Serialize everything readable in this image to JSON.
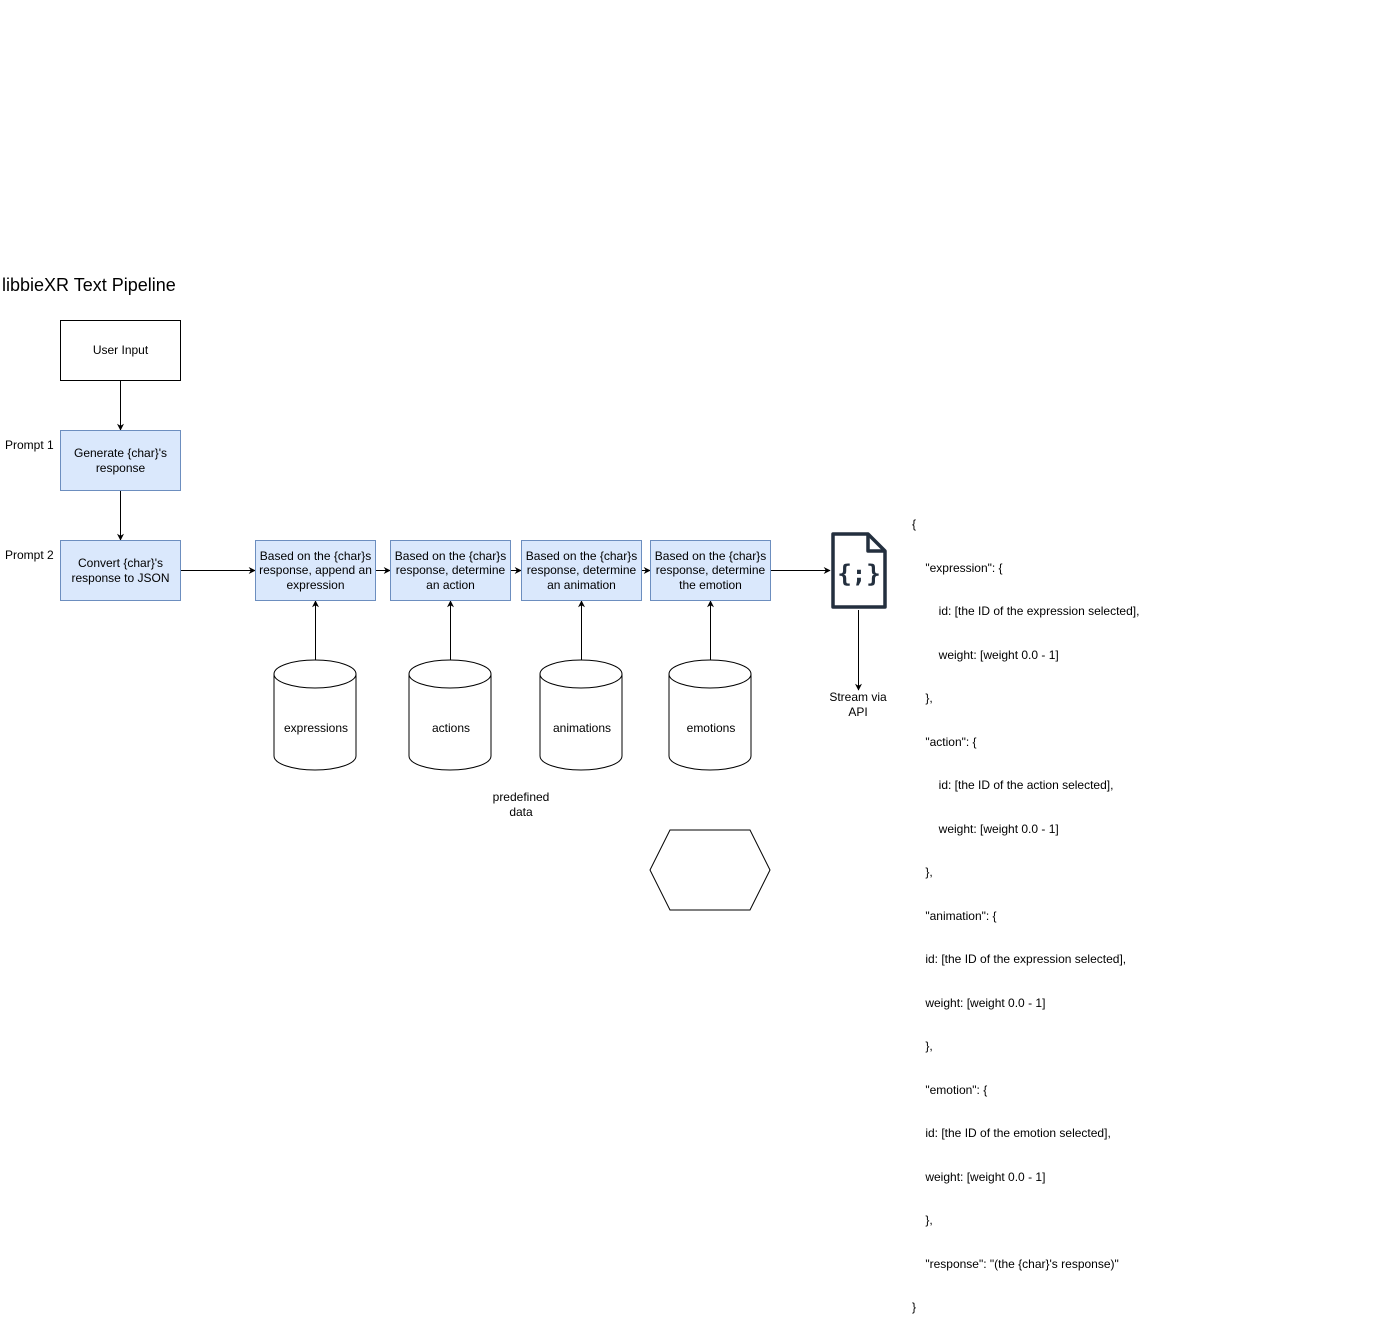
{
  "title": "libbieXR Text Pipeline",
  "nodes": {
    "user_input": "User Input",
    "generate_response": "Generate {char}'s\nresponse",
    "convert_json": "Convert {char}'s\nresponse to JSON",
    "append_expression": "Based on the {char}s\nresponse, append an\nexpression",
    "determine_action": "Based on the {char}s\nresponse, determine\nan action",
    "determine_animation": "Based on the {char}s\nresponse, determine\nan animation",
    "determine_emotion": "Based on the {char}s\nresponse, determine\nthe emotion"
  },
  "labels": {
    "prompt1": "Prompt 1",
    "prompt2": "Prompt 2",
    "stream": "Stream via\nAPI",
    "predefined": "predefined\ndata"
  },
  "databases": [
    "expressions",
    "actions",
    "animations",
    "emotions"
  ],
  "json_lines": [
    "{",
    "    \"expression\": {",
    "        id: [the ID of the expression selected],",
    "        weight: [weight 0.0 - 1]",
    "    },",
    "    \"action\": {",
    "        id: [the ID of the action selected],",
    "        weight: [weight 0.0 - 1]",
    "    },",
    "    \"animation\": {",
    "    id: [the ID of the expression selected],",
    "    weight: [weight 0.0 - 1]",
    "    },",
    "    \"emotion\": {",
    "    id: [the ID of the emotion selected],",
    "    weight: [weight 0.0 - 1]",
    "    },",
    "    \"response\": \"(the {char}'s response)\"",
    "}"
  ],
  "icons": {
    "json_file": "json-file-icon",
    "hexagon": "hexagon-shape"
  },
  "colors": {
    "process_fill": "#dae8fc",
    "process_stroke": "#6c8ebf",
    "icon": "#232f3e"
  }
}
